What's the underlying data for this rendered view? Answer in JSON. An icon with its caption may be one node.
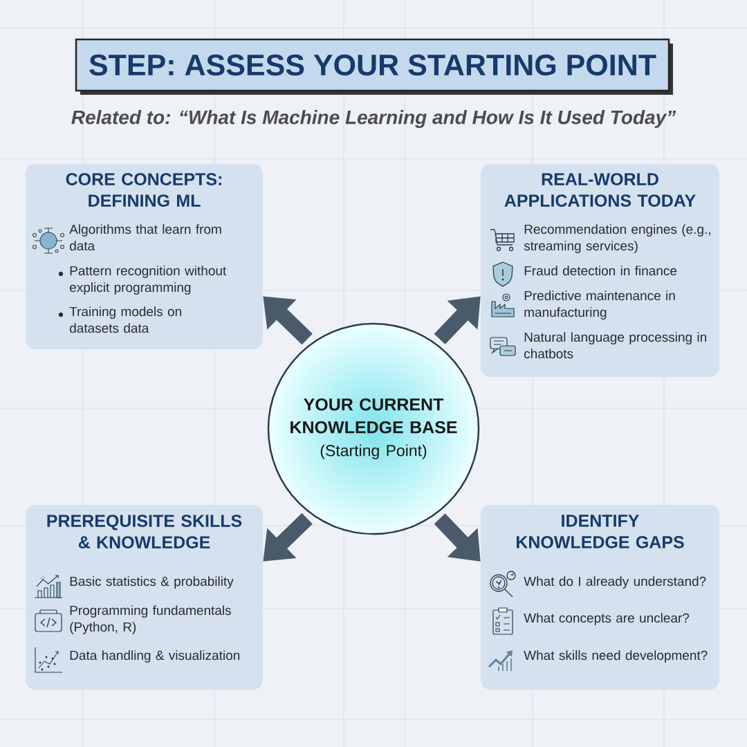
{
  "diagram": {
    "title": "STEP: ASSESS YOUR STARTING POINT",
    "nodes": [
      {
        "text": [
          "YOUR CURRENT KNOWLEDGE BASE",
          "(Starting Point)"
        ]
      },
      {
        "text": [
          "CORE CONCEPTS: DEFINING ML",
          "Algorithms that learn from data",
          "Pattern recognition without explicit programming",
          "Training models on datasets data"
        ]
      },
      {
        "text": [
          "REAL-WORLD APPLICATIONS TODAY",
          "Recommendation engines (e.g., streaming services)",
          "Fraud detection in finance",
          "Predictive maintenance in manufacturing",
          "Natural language processing in chatbots"
        ]
      },
      {
        "text": [
          "PREREQUISITE SKILLS & KNOWLEDGE",
          "Basic statistics & probability",
          "Programming fundamentals (Python, R)",
          "Data handling & visualization"
        ]
      },
      {
        "text": [
          "IDENTIFY KNOWLEDGE GAPS",
          "What do I already understand?",
          "What concepts are unclear?",
          "What skills need development?"
        ]
      }
    ],
    "edges": [
      {
        "from": 0,
        "to": 1,
        "arrow": "to"
      },
      {
        "from": 0,
        "to": 2,
        "arrow": "to"
      },
      {
        "from": 0,
        "to": 3,
        "arrow": "to"
      },
      {
        "from": 0,
        "to": 4,
        "arrow": "to"
      }
    ],
    "labels": [
      "Related to: “What Is Machine Learning and How Is It Used Today”"
    ]
  }
}
